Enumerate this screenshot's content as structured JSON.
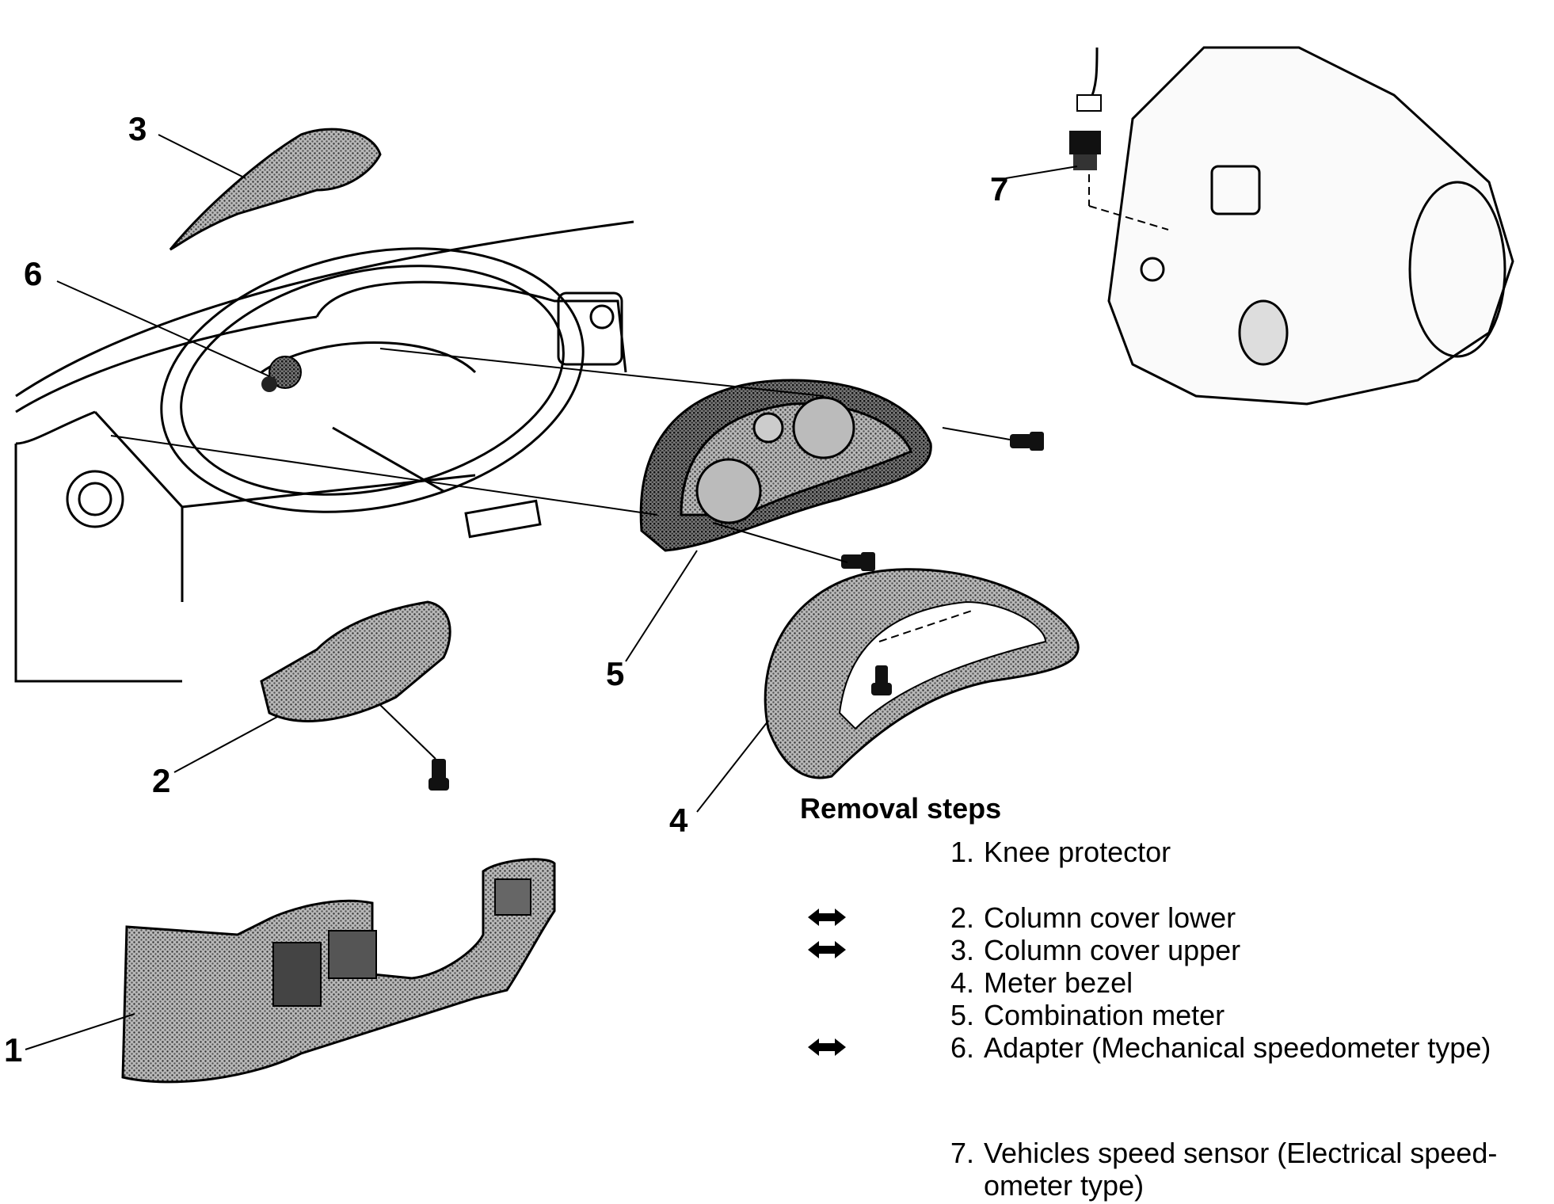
{
  "callouts": {
    "c1": "1",
    "c2": "2",
    "c3": "3",
    "c4": "4",
    "c5": "5",
    "c6": "6",
    "c7": "7"
  },
  "steps_title": "Removal steps",
  "steps": [
    {
      "num": "1.",
      "text": "Knee protector",
      "marked": false
    },
    {
      "num": "2.",
      "text": "Column cover lower",
      "marked": true
    },
    {
      "num": "3.",
      "text": "Column cover upper",
      "marked": true
    },
    {
      "num": "4.",
      "text": "Meter bezel",
      "marked": false
    },
    {
      "num": "5.",
      "text": "Combination meter",
      "marked": false
    },
    {
      "num": "6.",
      "text": "Adapter (Mechanical speedometer type)",
      "marked": true
    },
    {
      "num": "7.",
      "text": "Vehicles speed sensor (Electrical speed-ometer type)",
      "marked": false
    }
  ],
  "marker_icon": "double-arrow-icon",
  "colors": {
    "ink": "#000000",
    "paper": "#ffffff",
    "shade": "#8a8a8a"
  }
}
